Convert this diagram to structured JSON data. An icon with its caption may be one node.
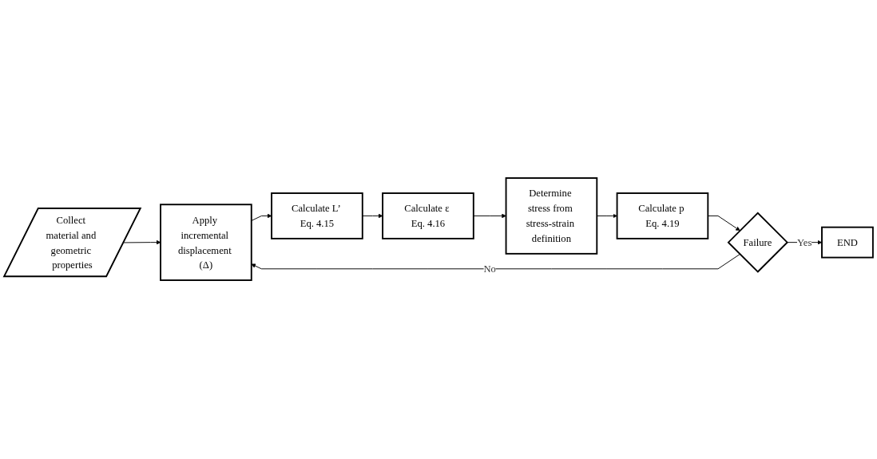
{
  "diagram": {
    "nodes": [
      {
        "text": [
          "Collect material and geometric properties"
        ]
      },
      {
        "text": [
          "Apply incremental displacement (Δ)"
        ]
      },
      {
        "text": [
          "Calculate L’ Eq. 4.15"
        ]
      },
      {
        "text": [
          "Calculate ε Eq. 4.16"
        ]
      },
      {
        "text": [
          "Determine stress from stress-strain definition"
        ]
      },
      {
        "text": [
          "Calculate p Eq. 4.19"
        ]
      },
      {
        "text": [
          "Failure"
        ]
      },
      {
        "text": [
          "END"
        ]
      }
    ],
    "edges": [
      {
        "from": 0,
        "to": 1,
        "arrow": "to"
      },
      {
        "from": 1,
        "to": 2,
        "arrow": "to"
      },
      {
        "from": 2,
        "to": 3,
        "arrow": "to"
      },
      {
        "from": 3,
        "to": 4,
        "arrow": "to"
      },
      {
        "from": 4,
        "to": 5,
        "arrow": "to"
      },
      {
        "from": 5,
        "to": 6,
        "arrow": "to"
      },
      {
        "from": 6,
        "to": 7,
        "arrow": "to",
        "label": "Yes"
      },
      {
        "from": 6,
        "to": 1,
        "arrow": "to",
        "label": "No"
      }
    ]
  }
}
